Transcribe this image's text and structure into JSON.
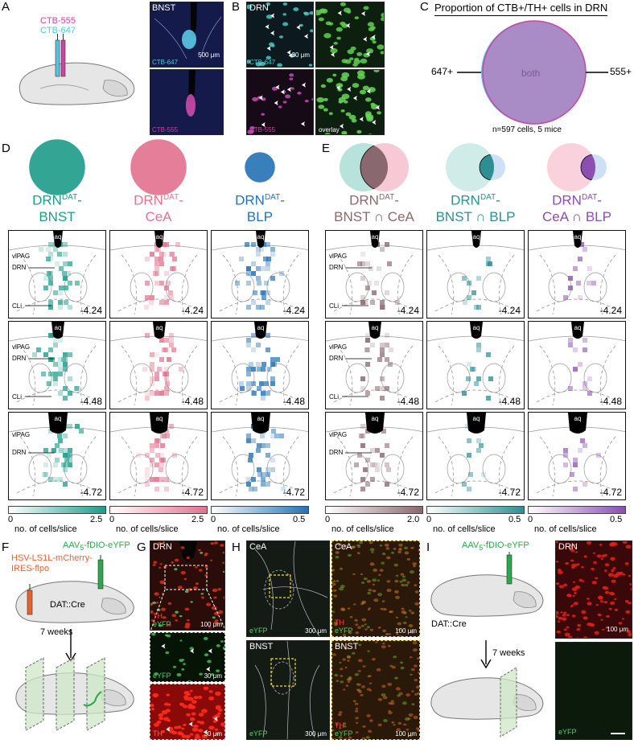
{
  "panels": {
    "A": {
      "label": "A",
      "tracer1": "CTB-555",
      "tracer2": "CTB-647",
      "region": "BNST",
      "scale": "500 μm",
      "img1_label": "CTB-647",
      "img2_label": "CTB-555"
    },
    "B": {
      "label": "B",
      "region": "DRN",
      "scale": "30 μm",
      "label_647": "CTB-647",
      "label_555": "CTB-555",
      "label_overlay": "overlay"
    },
    "C": {
      "label": "C",
      "title": "Proportion of CTB+/TH+ cells in DRN",
      "left": "647+",
      "right": "555+",
      "center": "both",
      "footnote": "n=597 cells, 5 mice"
    },
    "D": {
      "label": "D",
      "groups": [
        {
          "name_pre": "DRN",
          "name_sup": "DAT",
          "name_dash": "-",
          "name_line2": "BNST",
          "color": "#1c9c8a",
          "cbar_max": "2.5"
        },
        {
          "name_pre": "DRN",
          "name_sup": "DAT",
          "name_dash": "-",
          "name_line2": "CeA",
          "color": "#e3728f",
          "cbar_max": "2.5"
        },
        {
          "name_pre": "DRN",
          "name_sup": "DAT",
          "name_dash": "-",
          "name_line2": "BLP",
          "color": "#2472b5",
          "cbar_max": "0.5"
        }
      ]
    },
    "E": {
      "label": "E",
      "groups": [
        {
          "name_pre": "DRN",
          "name_sup": "DAT",
          "name_dash": "-",
          "name_line2": "BNST ∩ CeA",
          "color": "#8a6870",
          "cbar_max": "2.0"
        },
        {
          "name_pre": "DRN",
          "name_sup": "DAT",
          "name_dash": "-",
          "name_line2": "BNST ∩ BLP",
          "color": "#2e8f93",
          "cbar_max": "0.5"
        },
        {
          "name_pre": "DRN",
          "name_sup": "DAT",
          "name_dash": "-",
          "name_line2": "CeA ∩ BLP",
          "color": "#8a4fb0",
          "cbar_max": "0.5"
        }
      ]
    },
    "slices": {
      "coords": [
        "-4.24",
        "-4.48",
        "-4.72"
      ],
      "aq": "aq",
      "vlpag": "vlPAG",
      "drn": "DRN",
      "cli": "CLi"
    },
    "cbar": {
      "zero": "0",
      "name": "no. of cells/slice"
    },
    "F": {
      "label": "F",
      "virus1": "AAV",
      "virus1_sub": "5",
      "virus1_rest": "-fDIO-eYFP",
      "virus2_l1": "HSV-LS1L-mCherry-",
      "virus2_l2": "IRES-flpo",
      "mouse": "DAT::Cre",
      "time": "7 weeks"
    },
    "G": {
      "label": "G",
      "region": "DRN",
      "th": "TH",
      "eyfp": "eYFP",
      "scale1": "100 μm",
      "scale2": "30 μm",
      "scale3": "30 μm"
    },
    "H": {
      "label": "H",
      "cea": "CeA",
      "bnst": "BNST",
      "th": "TH",
      "eyfp": "eYFP",
      "scale1": "300 μm",
      "scale2": "100 μm"
    },
    "I": {
      "label": "I",
      "virus_pre": "AAV",
      "virus_sub": "5",
      "virus_rest": "-fDIO-eYFP",
      "mouse": "DAT::Cre",
      "time": "7 weeks",
      "region": "DRN",
      "scale": "100 μm",
      "eyfp": "eYFP"
    }
  },
  "colors": {
    "cyan": "#4fc8e0",
    "magenta": "#c946a8",
    "venn_fill": "#a98bc6",
    "green_inj": "#2aa84a",
    "orange_inj": "#e8622a"
  }
}
